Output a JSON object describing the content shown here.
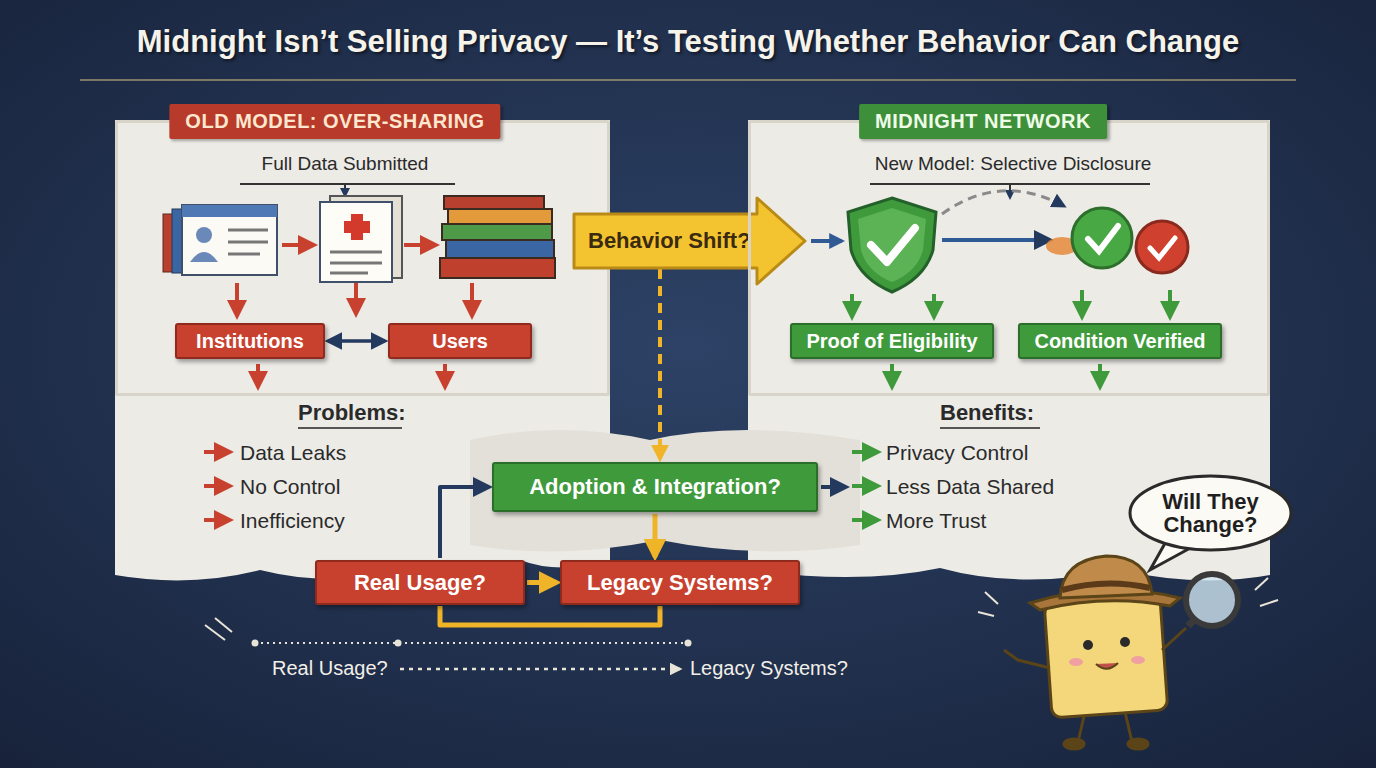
{
  "diagram": {
    "title": "Midnight Isn’t Selling Privacy — It’s Testing Whether Behavior Can Change",
    "nodes": [
      {
        "text": [
          "OLD MODEL: OVER-SHARING",
          "Full Data Submitted"
        ]
      },
      {
        "text": [
          "Institutions"
        ],
        "in": 0
      },
      {
        "text": [
          "Users"
        ],
        "in": 0
      },
      {
        "text": [
          "Behavior Shift?"
        ]
      },
      {
        "text": [
          "MIDNIGHT NETWORK",
          "New Model: Selective Disclosure"
        ]
      },
      {
        "text": [
          "Proof of Eligibility"
        ],
        "in": 4
      },
      {
        "text": [
          "Condition Verified"
        ],
        "in": 4
      },
      {
        "text": [
          "Adoption & Integration?"
        ]
      },
      {
        "text": [
          "Real Usage?"
        ]
      },
      {
        "text": [
          "Legacy Systems?"
        ]
      },
      {
        "text": [
          "Will They Change?"
        ]
      }
    ],
    "edges": [
      {
        "from": 1,
        "to": 2,
        "arrow": "both"
      },
      {
        "from": 3,
        "to": 7,
        "arrow": "to"
      },
      {
        "from": 8,
        "to": 7,
        "arrow": "to"
      },
      {
        "from": 7,
        "to": 9,
        "arrow": "to"
      },
      {
        "from": 8,
        "to": 9,
        "arrow": "to"
      },
      {
        "from": 9,
        "to": 8,
        "arrow": "none"
      }
    ],
    "labels": [
      "Problems:",
      "Data Leaks",
      "No Control",
      "Inefficiency",
      "Benefits:",
      "Privacy Control",
      "Less Data Shared",
      "More Trust",
      "Real Usage?",
      "Legacy Systems?"
    ]
  }
}
